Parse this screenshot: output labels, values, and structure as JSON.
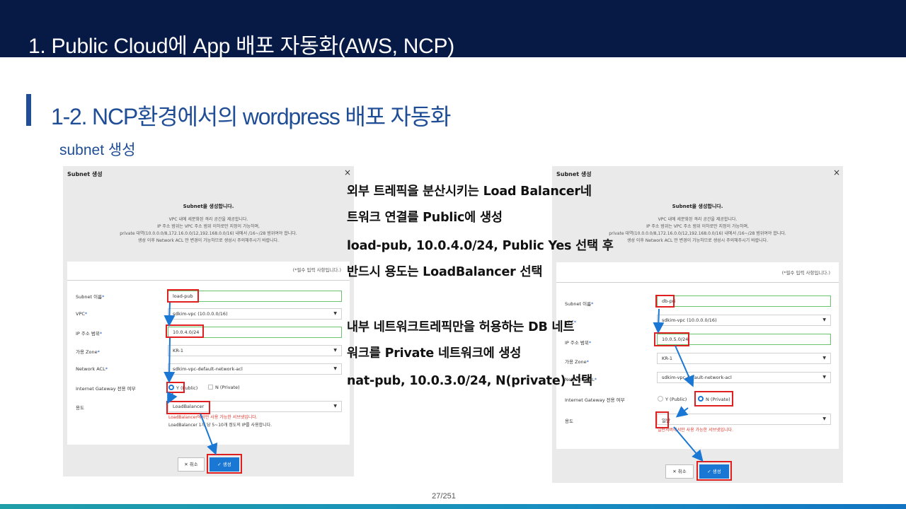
{
  "header": {
    "title": "1. Public Cloud에 App 배포 자동화(AWS, NCP)"
  },
  "section": {
    "title": "1-2. NCP환경에서의 wordpress 배포 자동화",
    "subtitle": "subnet 생성"
  },
  "dialog": {
    "title": "Subnet 생성",
    "close": "×",
    "heading": "Subnet을 생성합니다.",
    "intro_lines": [
      "VPC 내에 세분화된 격리 공간을 제공합니다.",
      "IP 주소 범위는 VPC 주소 범위 이하로만 지정이 가능하며,",
      "private 대역(10.0.0.0/8,172.16.0.0/12,192.168.0.0/16) 내에서 /16~/28 범위여야 합니다.",
      "생성 이후 Network ACL 만 변경이 가능하므로 생성시 주의해주시기 바랍니다."
    ],
    "required_note": "(*필수 입력 사항입니다.)",
    "labels": {
      "name": "Subnet 이름",
      "vpc": "VPC",
      "ip": "IP 주소 범위",
      "zone": "가용 Zone",
      "acl": "Network ACL",
      "igw": "Internet Gateway 전용 여부",
      "usage": "용도"
    },
    "required_mark": "*",
    "options": {
      "public": "Y (Public)",
      "private": "N (Private)"
    },
    "cancel": "취소",
    "create": "생성",
    "cancel_icon": "✕",
    "create_icon": "✓"
  },
  "left_form": {
    "name": "load-pub",
    "vpc": "sdkim-vpc (10.0.0.0/16)",
    "ip": "10.0.4.0/24",
    "zone": "KR-1",
    "acl": "sdkim-vpc-default-network-acl",
    "usage": "LoadBalancer",
    "hint1": "LoadBalancer에서만 사용 가능한 서브넷입니다.",
    "hint2": "LoadBalancer 1개 당 5~10개 정도의 IP를 사용합니다."
  },
  "right_form": {
    "name": "db-pri",
    "vpc": "sdkim-vpc (10.0.0.0/16)",
    "ip": "10.0.5.0/24",
    "zone": "KR-1",
    "acl": "sdkim-vpc-default-network-acl",
    "usage": "일반",
    "hint1": "일반서버에서만 사용 가능한 서브넷입니다."
  },
  "notes": {
    "line1": "외부 트레픽을 분산시키는 Load Balancer네",
    "line2": "트워크 연결를 Public에 생성",
    "line3": "load-pub, 10.0.4.0/24, Public Yes 선택 후",
    "line4": "반드시 용도는 LoadBalancer 선택",
    "line5": "내부 네트워크트레픽만을 허용하는 DB 네트",
    "line6": "워크를 Private 네트워크에 생성",
    "line7": "nat-pub, 10.0.3.0/24, N(private) 선택"
  },
  "footer": {
    "page": "27/251"
  },
  "colors": {
    "header_bg": "#071a45",
    "section_accent": "#1f4e96",
    "primary_button": "#1a78d4",
    "highlight_box": "#e02020",
    "input_border": "#69c46b"
  },
  "icons": {
    "close": "close-icon",
    "cancel": "x-icon",
    "create": "check-icon",
    "dropdown": "caret-down-icon"
  }
}
